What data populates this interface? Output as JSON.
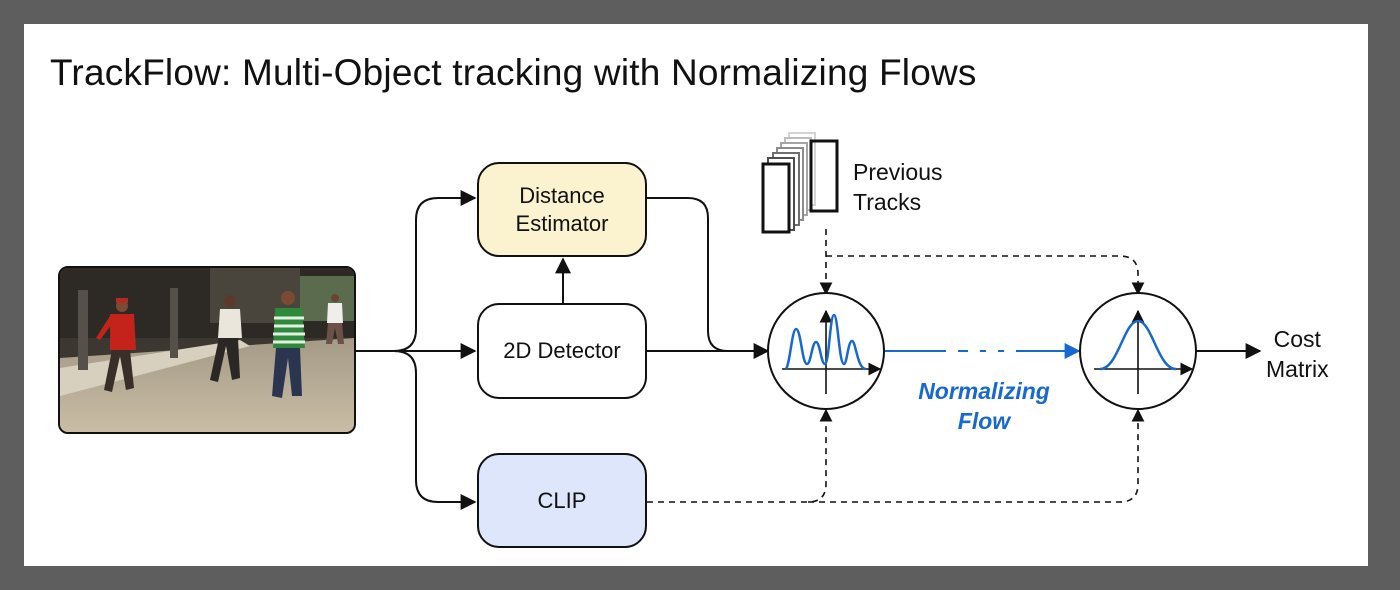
{
  "title": "TrackFlow: Multi-Object tracking with Normalizing Flows",
  "nodes": {
    "distance_estimator": [
      "Distance",
      "Estimator"
    ],
    "detector": "2D Detector",
    "clip": "CLIP",
    "previous_tracks": [
      "Previous",
      "Tracks"
    ],
    "normalizing_flow": [
      "Normalizing",
      "Flow"
    ],
    "cost_matrix": [
      "Cost",
      "Matrix"
    ]
  },
  "colors": {
    "distance_estimator_fill": "#fbf3cf",
    "clip_fill": "#dde6fb",
    "flow_accent": "#1769d1",
    "stroke": "#111111"
  },
  "icons": {
    "input": "street-scene-image",
    "previous_tracks": "stacked-bounding-boxes-icon",
    "multimodal_distribution": "multimodal-density-plot-icon",
    "gaussian_distribution": "gaussian-density-plot-icon"
  }
}
